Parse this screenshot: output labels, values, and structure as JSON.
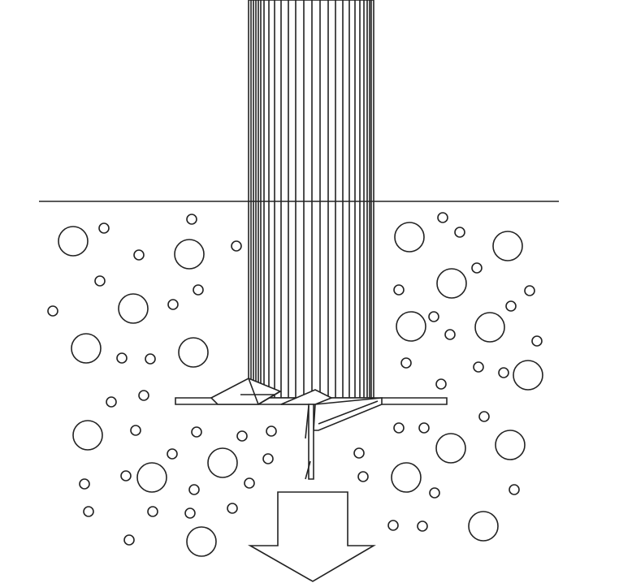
{
  "diagram": {
    "background": "#ffffff",
    "stroke_color": "#222222",
    "elements": [
      "pile-shaft",
      "ground-surface-line",
      "soil-particles",
      "anchor-plate",
      "anchor-blades",
      "downward-force-arrow"
    ]
  }
}
